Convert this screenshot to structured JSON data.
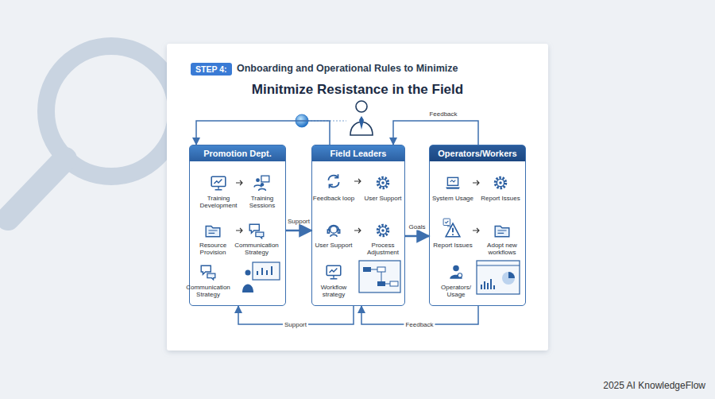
{
  "diagram": {
    "title": "Minitmize Resistance in the Field",
    "nodes": [
      {
        "text": [
          "STEP 4:"
        ]
      },
      {
        "text": [
          "Promotion Dept."
        ]
      },
      {
        "text": [
          "Field Leaders"
        ]
      },
      {
        "text": [
          "Operators/Workers"
        ]
      }
    ],
    "edges": [
      {
        "from": 1,
        "to": 2,
        "label": "Support",
        "arrow": "to"
      },
      {
        "from": 2,
        "to": 3,
        "label": "Goals",
        "arrow": "to"
      },
      {
        "from": 3,
        "to": 2,
        "label": "Feedback",
        "arrow": "to"
      },
      {
        "from": 2,
        "to": 1,
        "arrow": "to"
      },
      {
        "from": 3,
        "to": 2,
        "label": "Feedback",
        "arrow": "to"
      },
      {
        "from": 2,
        "to": 1,
        "label": "Support",
        "arrow": "to"
      }
    ],
    "labels": [
      "Onboarding and Operational Rules to Minimize",
      "Training Development",
      "Training Sessions",
      "Resource Provision",
      "Communication Strategy",
      "Communication Strategy",
      "Feedback loop",
      "User Support",
      "User Support",
      "Process Adjustment",
      "Workflow strategy",
      "System Usage",
      "Report Issues",
      "Report Issues",
      "Adopt new workflows",
      "Operators/ Usage",
      "2025 AI KnowledgeFlow"
    ]
  }
}
